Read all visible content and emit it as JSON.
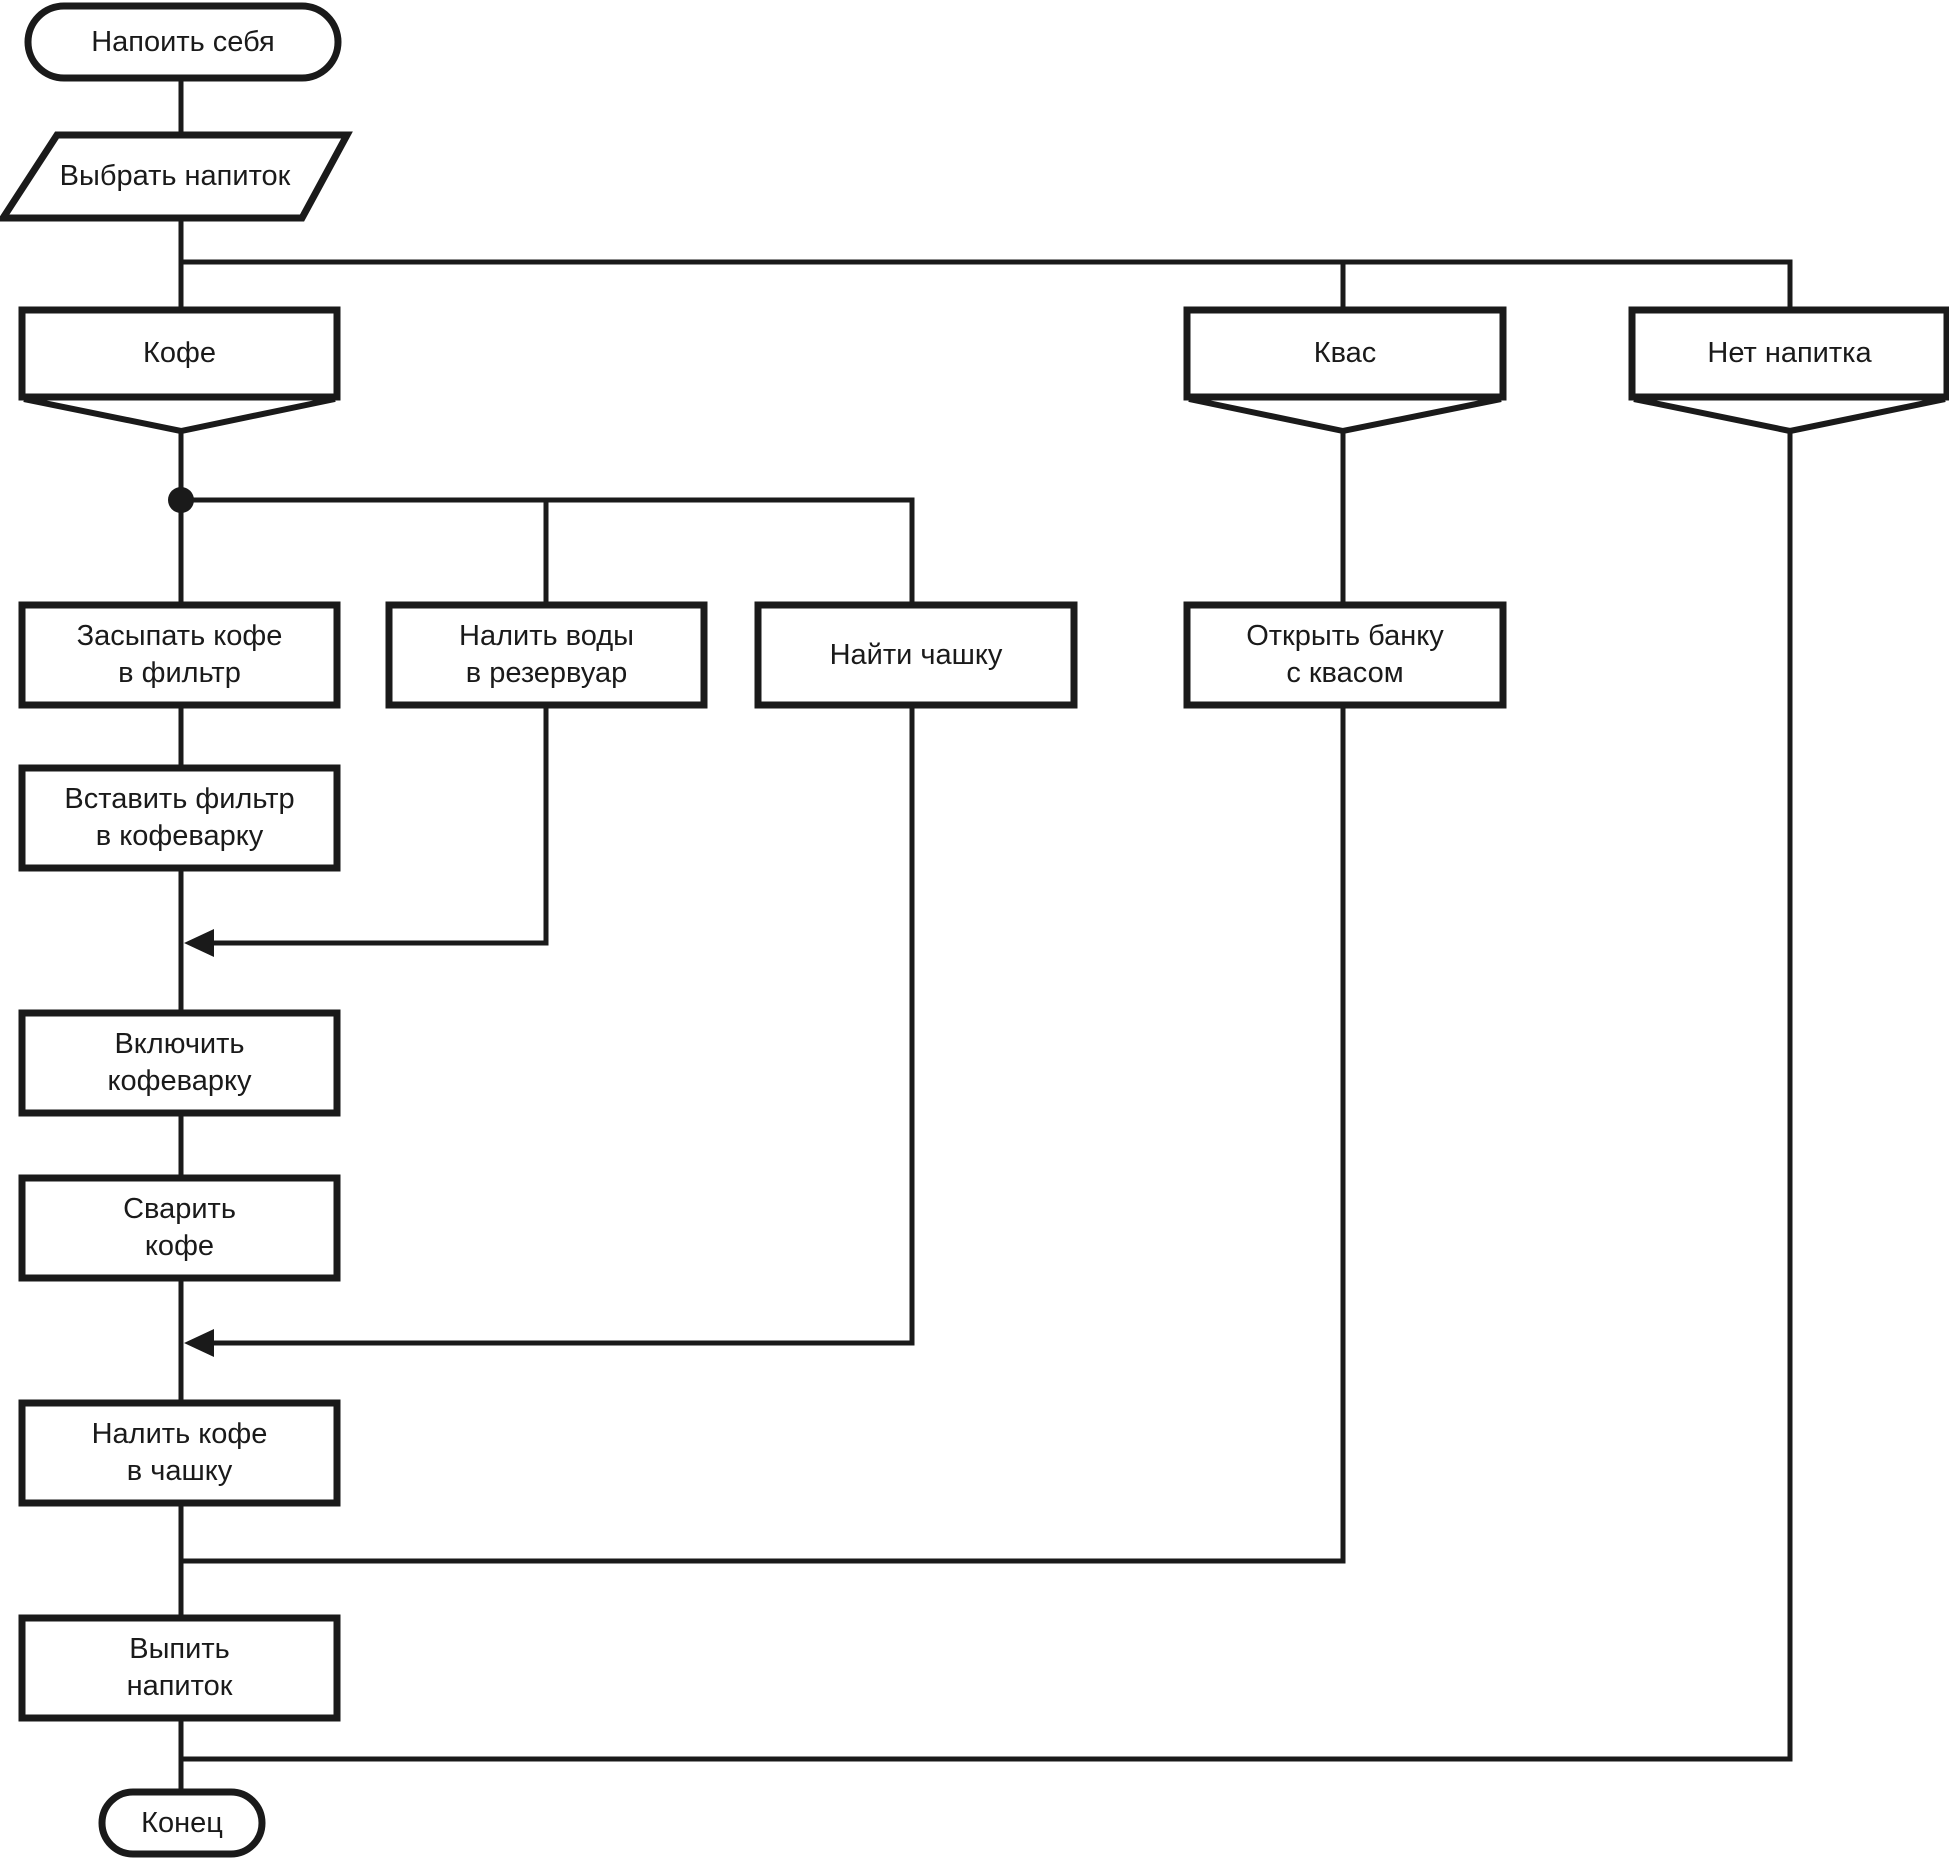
{
  "diagram": {
    "nodes": {
      "start": {
        "type": "terminator",
        "label": "Напоить себя"
      },
      "choose": {
        "type": "io",
        "label": "Выбрать напиток"
      },
      "coffee": {
        "type": "branch",
        "label": "Кофе"
      },
      "kvass": {
        "type": "branch",
        "label": "Квас"
      },
      "no_drink": {
        "type": "branch",
        "label": "Нет напитка"
      },
      "add_coffee": {
        "type": "process",
        "label": "Засыпать кофе\nв фильтр"
      },
      "pour_water": {
        "type": "process",
        "label": "Налить воды\nв резервуар"
      },
      "find_cup": {
        "type": "process",
        "label": "Найти чашку"
      },
      "open_jar": {
        "type": "process",
        "label": "Открыть банку\nс квасом"
      },
      "insert_filter": {
        "type": "process",
        "label": "Вставить фильтр\nв кофеварку"
      },
      "turn_on": {
        "type": "process",
        "label": "Включить\nкофеварку"
      },
      "brew": {
        "type": "process",
        "label": "Сварить\nкофе"
      },
      "pour_coffee": {
        "type": "process",
        "label": "Налить кофе\nв чашку"
      },
      "drink": {
        "type": "process",
        "label": "Выпить\nнапиток"
      },
      "end": {
        "type": "terminator",
        "label": "Конец"
      }
    },
    "theme": {
      "stroke": "#1a1a1a",
      "text": "#1a1a1a",
      "background": "#ffffff"
    }
  }
}
